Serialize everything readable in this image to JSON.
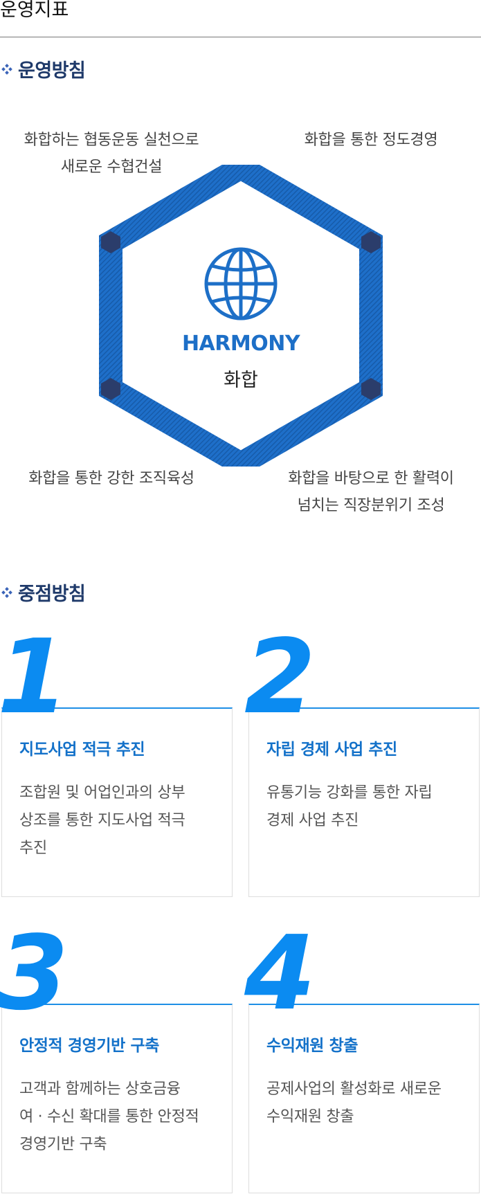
{
  "page": {
    "title": "운영지표"
  },
  "colors": {
    "accent": "#1E6FC9",
    "number": "#0B8BF1",
    "heading": "#1F3A6A",
    "node": "#2B3D6B"
  },
  "sections": {
    "policy": {
      "heading": "운영방침",
      "bullet_icon": "diamond-bullet-icon",
      "center_icon": "globe-icon",
      "center_en": "HARMONY",
      "center_ko": "화합",
      "items": [
        {
          "lines": [
            "화합하는 협동운동 실천으로",
            "새로운 수협건설"
          ]
        },
        {
          "lines": [
            "화합을 통한 정도경영"
          ]
        },
        {
          "lines": [
            "화합을 통한 강한 조직육성"
          ]
        },
        {
          "lines": [
            "화합을 바탕으로 한 활력이",
            "넘치는 직장분위기 조성"
          ]
        }
      ]
    },
    "focus": {
      "heading": "중점방침",
      "bullet_icon": "diamond-bullet-icon",
      "cards": [
        {
          "number": "1",
          "title": "지도사업 적극 추진",
          "lines": [
            "조합원 및 어업인과의 상부",
            "상조를 통한 지도사업 적극",
            "추진"
          ]
        },
        {
          "number": "2",
          "title": "자립 경제 사업 추진",
          "lines": [
            "유통기능 강화를 통한 자립",
            "경제 사업 추진"
          ]
        },
        {
          "number": "3",
          "title": "안정적 경영기반 구축",
          "lines": [
            "고객과 함께하는 상호금융",
            "여 · 수신 확대를 통한 안정적",
            "경영기반 구축"
          ]
        },
        {
          "number": "4",
          "title": "수익재원 창출",
          "lines": [
            "공제사업의 활성화로 새로운",
            "수익재원 창출"
          ]
        }
      ]
    }
  }
}
